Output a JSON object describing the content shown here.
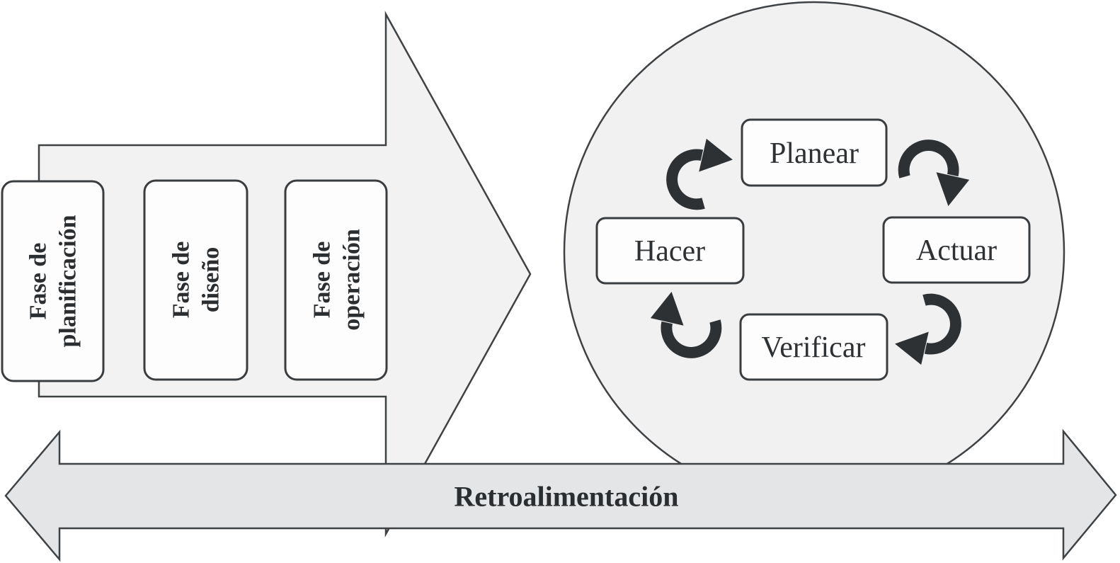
{
  "colors": {
    "background": "#ffffff",
    "process_arrow_fill": "#f2f2f2",
    "cycle_circle_fill": "#f1f1f2",
    "feedback_arrow_fill": "#e4e5e7",
    "box_fill": "#fdfdfd",
    "outline": "#3f4245",
    "curved_arrow": "#2e3134",
    "text": "#2b2e31"
  },
  "process_arrow": {
    "phases": [
      {
        "line1": "Fase de",
        "line2": "planificación"
      },
      {
        "line1": "Fase de",
        "line2": "diseño"
      },
      {
        "line1": "Fase de",
        "line2": "operación"
      }
    ]
  },
  "cycle": {
    "steps": [
      "Planear",
      "Hacer",
      "Actuar",
      "Verificar"
    ]
  },
  "feedback": {
    "label": "Retroalimentación"
  }
}
